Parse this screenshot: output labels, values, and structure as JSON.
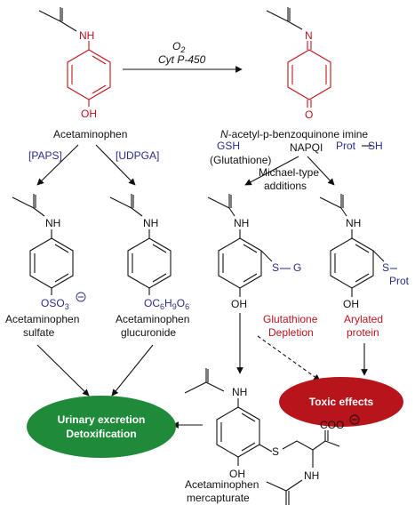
{
  "diagram": {
    "reagents": {
      "o2": "O",
      "o2_sub": "2",
      "cyp": "Cyt P-450",
      "paps": "[PAPS]",
      "udpga": "[UDPGA]",
      "gsh": "GSH",
      "glutathione": "(Glutathione)",
      "prot_sh": "Prot",
      "sh": "SH",
      "michael_1": "Michael-type",
      "michael_2": "additions"
    },
    "compounds": {
      "acetaminophen": "Acetaminophen",
      "napqi_1_prefix": "N",
      "napqi_1_rest": "-acetyl-p-benzoquinone imine",
      "napqi_2": "NAPQI",
      "sulfate_1": "Acetaminophen",
      "sulfate_2": "sulfate",
      "glucuronide_1": "Acetaminophen",
      "glucuronide_2": "glucuronide",
      "mercapturate_1": "Acetaminophen",
      "mercapturate_2": "mercapturate"
    },
    "atoms": {
      "nh": "NH",
      "n": "N",
      "oh": "OH",
      "o": "O",
      "s": "S",
      "g": "G",
      "prot": "Prot",
      "coo": "COO",
      "minus": "−",
      "so3": "SO",
      "so3_sub": "3",
      "c6": "C",
      "c6_sub1": "6",
      "h9": "H",
      "h9_sub": "9",
      "o6": "O",
      "o6_sub": "6"
    },
    "notes": {
      "glut_dep_1": "Glutathione",
      "glut_dep_2": "Depletion",
      "arylated_1": "Arylated",
      "arylated_2": "protein"
    },
    "outcomes": {
      "urinary_1": "Urinary excretion",
      "urinary_2": "Detoxification",
      "toxic": "Toxic effects"
    },
    "colors": {
      "green": "#1e8a3a",
      "red": "#b8141c",
      "blue": "#2b2b8c"
    }
  }
}
